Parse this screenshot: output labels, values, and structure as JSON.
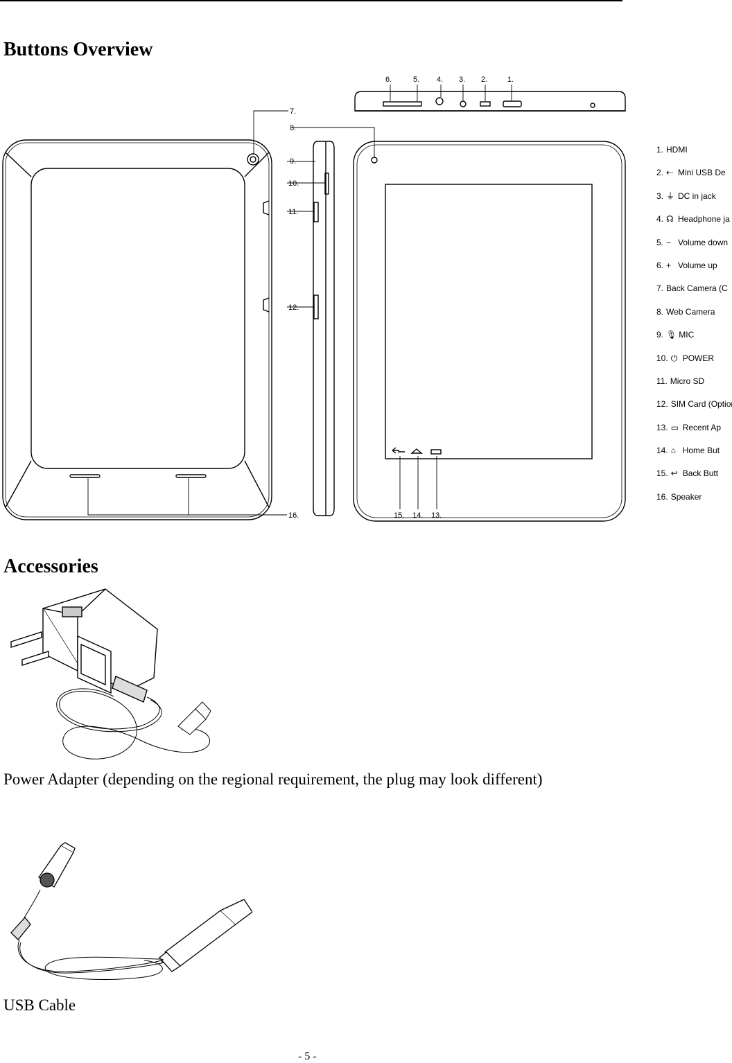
{
  "sections": {
    "buttons_overview": "Buttons Overview",
    "accessories": "Accessories"
  },
  "callouts": {
    "top": [
      "6.",
      "5.",
      "4.",
      "3.",
      "2.",
      "1."
    ],
    "c7": "7.",
    "c8": "8.",
    "c9": "9.",
    "c10": "10.",
    "c11": "11.",
    "c12": "12.",
    "c16": "16.",
    "bottom": [
      "15.",
      "14.",
      "13."
    ]
  },
  "legend": [
    {
      "num": "1.",
      "icon": "",
      "label": "HDMI"
    },
    {
      "num": "2.",
      "icon": "⇠",
      "label": "Mini USB De"
    },
    {
      "num": "3.",
      "icon": "⏚",
      "label": "DC in jack"
    },
    {
      "num": "4.",
      "icon": "☊",
      "label": "Headphone ja"
    },
    {
      "num": "5.",
      "icon": "−",
      "label": "Volume down"
    },
    {
      "num": "6.",
      "icon": "+",
      "label": "Volume up"
    },
    {
      "num": "7.",
      "icon": "",
      "label": "Back Camera (C"
    },
    {
      "num": "8.",
      "icon": "",
      "label": "Web Camera"
    },
    {
      "num": "9.",
      "icon": "🎙",
      "label": "MIC"
    },
    {
      "num": "10.",
      "icon": "⏻",
      "label": "POWER"
    },
    {
      "num": "11.",
      "icon": "",
      "label": "Micro SD"
    },
    {
      "num": "12.",
      "icon": "",
      "label": "SIM Card (Option"
    },
    {
      "num": "13.",
      "icon": "▭",
      "label": "Recent Ap"
    },
    {
      "num": "14.",
      "icon": "⌂",
      "label": "Home But"
    },
    {
      "num": "15.",
      "icon": "↩",
      "label": "Back Butt"
    },
    {
      "num": "16.",
      "icon": "",
      "label": "Speaker"
    }
  ],
  "captions": {
    "power_adapter": "Power Adapter (depending on the regional requirement, the plug may look different)",
    "usb_cable": "USB Cable"
  },
  "page_number": "- 5 -"
}
